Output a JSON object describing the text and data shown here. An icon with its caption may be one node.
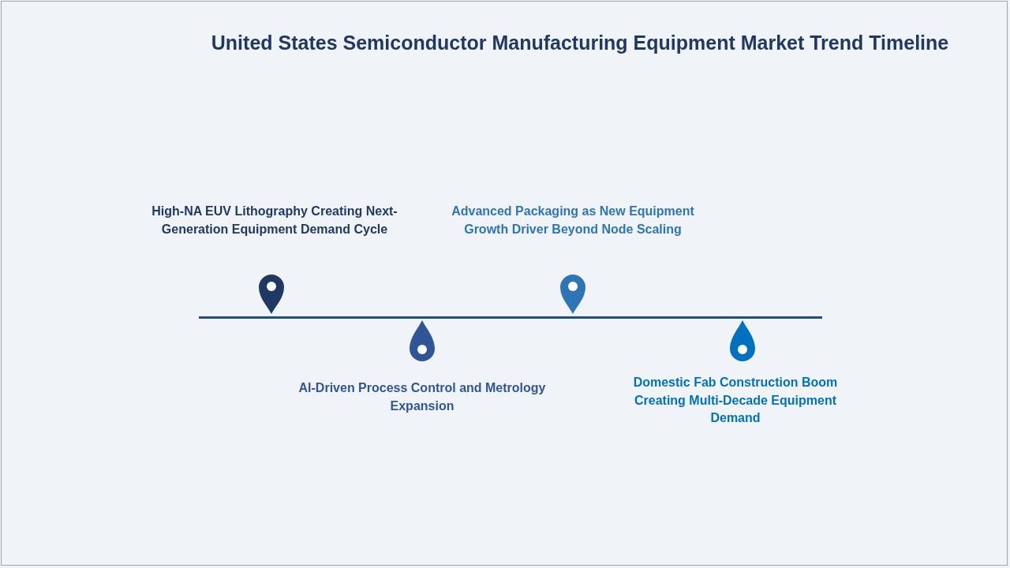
{
  "diagram": {
    "title": "United States Semiconductor Manufacturing Equipment Market Trend Timeline",
    "nodes": [
      {
        "text": [],
        "shape": "pin",
        "beside": [
          "High-NA EUV Lithography Creating Next-Generation Equipment Demand Cycle"
        ]
      },
      {
        "text": [],
        "shape": "drop",
        "beside": [
          "AI-Driven Process Control and Metrology Expansion"
        ]
      },
      {
        "text": [],
        "shape": "pin",
        "beside": [
          "Advanced Packaging as New Equipment Growth Driver Beyond Node Scaling"
        ]
      },
      {
        "text": [],
        "shape": "drop",
        "beside": [
          "Domestic Fab Construction Boom Creating Multi-Decade Equipment Demand"
        ]
      }
    ]
  }
}
